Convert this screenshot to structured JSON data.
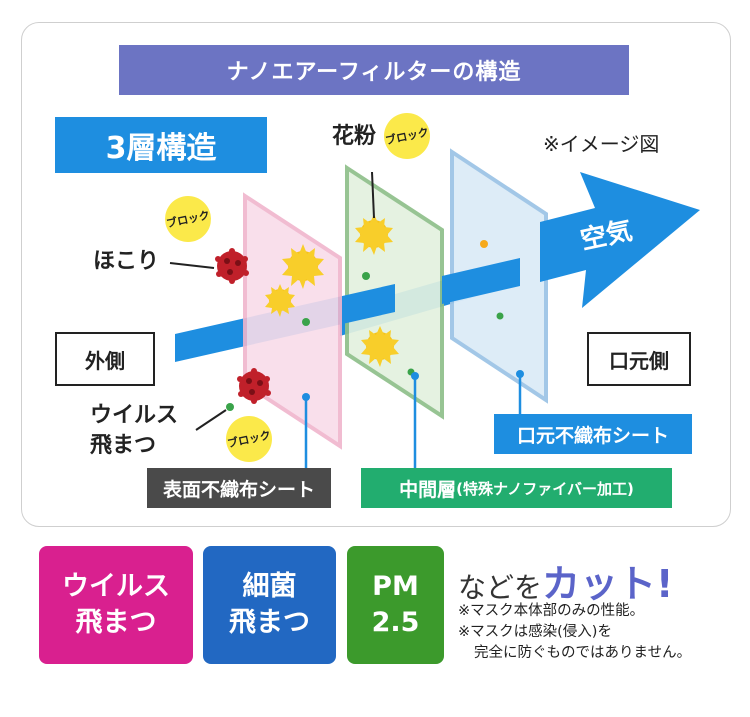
{
  "title": "ナノエアーフィルターの構造",
  "layers_badge": "3層構造",
  "image_note": "※イメージ図",
  "sides": {
    "outer": "外側",
    "mouth": "口元側"
  },
  "particles": {
    "pollen": "花粉",
    "dust": "ほこり",
    "virus_line1": "ウイルス",
    "virus_line2": "飛まつ"
  },
  "block_label": "ブロック",
  "air_label": "空気",
  "layers": {
    "surface": "表面不織布シート",
    "middle_main": "中間層",
    "middle_sub": "(特殊ナノファイバー加工)",
    "mouth": "口元不織布シート"
  },
  "cut_boxes": [
    {
      "line1": "ウイルス",
      "line2": "飛まつ"
    },
    {
      "line1": "細菌",
      "line2": "飛まつ"
    },
    {
      "line1": "PM",
      "line2": "2.5"
    }
  ],
  "cut_text": {
    "prefix": "などを",
    "emphasis": "カット!"
  },
  "notes": [
    "※マスク本体部のみの性能。",
    "※マスクは感染(侵入)を",
    "完全に防ぐものではありません。"
  ],
  "colors": {
    "title_bar": "#6c74c3",
    "accent_blue": "#1e8ee0",
    "surface_sheet": "#f9dce9",
    "middle_sheet": "#e3f1df",
    "mouth_sheet": "#dcebf7",
    "block_yellow": "#fbe94a",
    "virus_magenta": "#d9208f",
    "bacteria_blue": "#2268c2",
    "pm_green": "#3c9a2c",
    "cut_purple": "#5b64c9"
  }
}
